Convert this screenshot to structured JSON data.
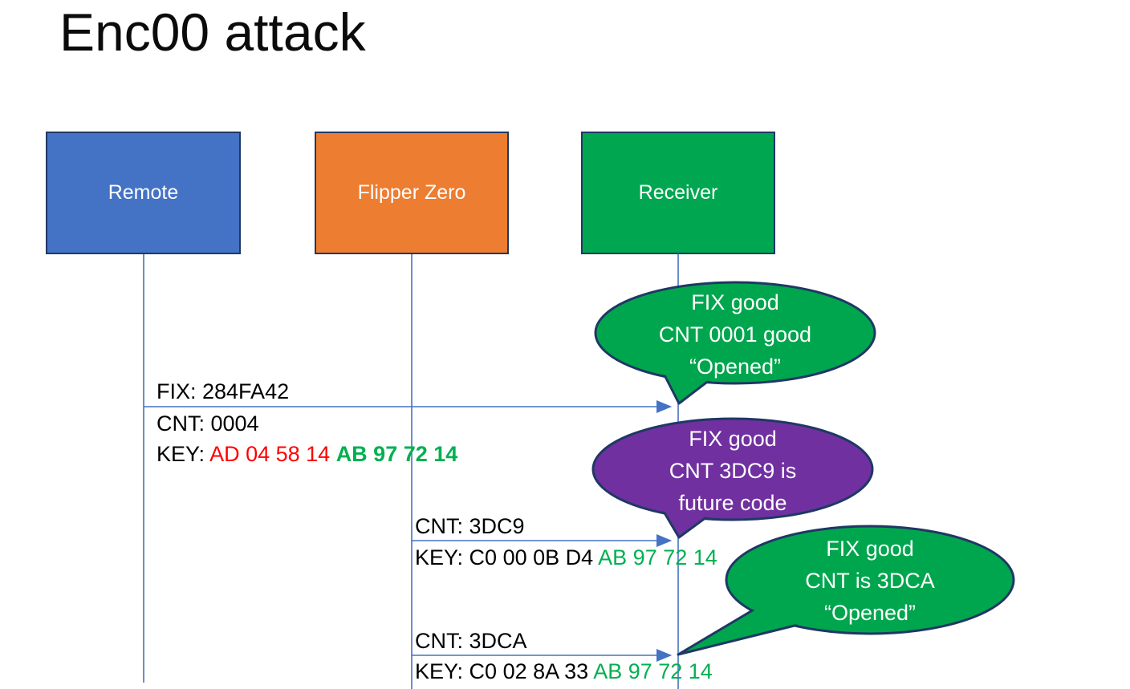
{
  "title": "Enc00 attack",
  "actors": [
    {
      "id": "remote",
      "label": "Remote",
      "color": "#4472C4"
    },
    {
      "id": "flipper",
      "label": "Flipper Zero",
      "color": "#ED7D31"
    },
    {
      "id": "receiver",
      "label": "Receiver",
      "color": "#00A650"
    }
  ],
  "colors": {
    "actor_border": "#1F3864",
    "lifeline_blue": "#4472C4",
    "bubble_green": "#00A64E",
    "bubble_purple": "#7030A0",
    "key_red": "#FF0000",
    "key_green": "#00B050"
  },
  "messages": [
    {
      "from": "Remote",
      "to": "Receiver",
      "fix": "FIX: 284FA42",
      "cnt": "CNT: 0004",
      "key_prefix": "KEY: ",
      "key_red": "AD 04 58 14 ",
      "key_green": "AB 97 72 14"
    },
    {
      "from": "Flipper Zero",
      "to": "Receiver",
      "cnt": "CNT: 3DC9",
      "key_prefix": "KEY: ",
      "key_black": "C0 00 0B D4 ",
      "key_green": "AB 97 72 14"
    },
    {
      "from": "Flipper Zero",
      "to": "Receiver",
      "cnt": "CNT: 3DCA",
      "key_prefix": "KEY: ",
      "key_black": "C0 02 8A 33 ",
      "key_green": "AB 97 72 14"
    }
  ],
  "callouts": [
    {
      "color": "green",
      "lines": [
        "FIX good",
        "CNT 0001 good",
        "“Opened”"
      ]
    },
    {
      "color": "purple",
      "lines": [
        "FIX good",
        "CNT 3DC9 is",
        "future code"
      ]
    },
    {
      "color": "green",
      "lines": [
        "FIX good",
        "CNT is 3DCA",
        "“Opened”"
      ]
    }
  ]
}
